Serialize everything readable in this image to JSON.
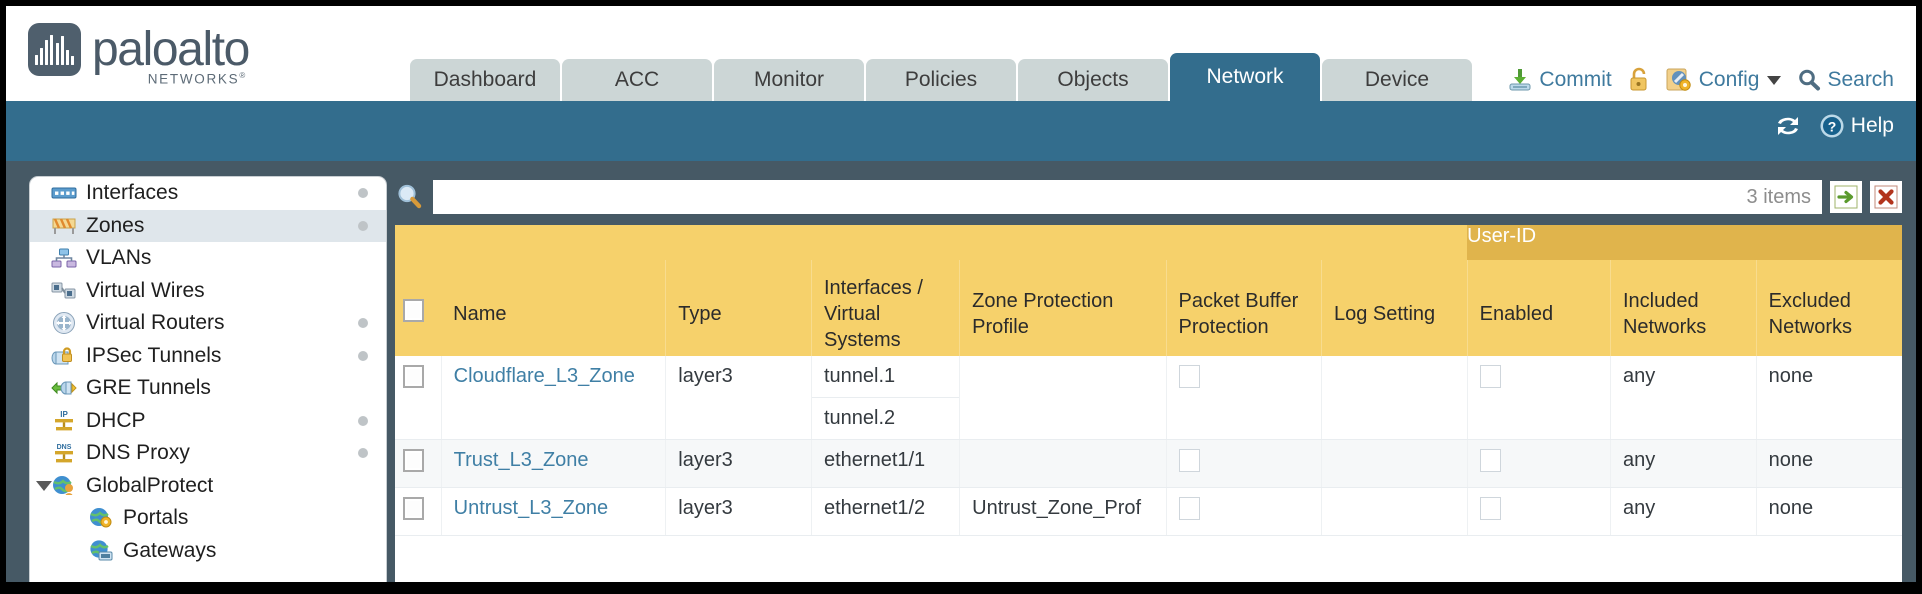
{
  "brand": {
    "word": "paloalto",
    "sub": "NETWORKS",
    "sub_mark": "®",
    "logo_icon": "paloalto-logo-icon"
  },
  "tabs": [
    {
      "label": "Dashboard",
      "active": false
    },
    {
      "label": "ACC",
      "active": false
    },
    {
      "label": "Monitor",
      "active": false
    },
    {
      "label": "Policies",
      "active": false
    },
    {
      "label": "Objects",
      "active": false
    },
    {
      "label": "Network",
      "active": true
    },
    {
      "label": "Device",
      "active": false
    }
  ],
  "header_actions": {
    "commit": "Commit",
    "commit_icon": "commit-download-icon",
    "lock_icon": "padlock-icon",
    "config": "Config",
    "config_icon": "config-wrench-icon",
    "config_caret": "chevron-down-icon",
    "search": "Search",
    "search_icon": "search-magnifier-icon"
  },
  "blue_bar": {
    "refresh_icon": "refresh-icon",
    "help": "Help",
    "help_icon": "help-question-icon"
  },
  "sidebar": {
    "items": [
      {
        "label": "Interfaces",
        "icon": "interfaces-icon",
        "selected": false,
        "dot": true,
        "child": false,
        "expander": false
      },
      {
        "label": "Zones",
        "icon": "zones-icon",
        "selected": true,
        "dot": true,
        "child": false,
        "expander": false
      },
      {
        "label": "VLANs",
        "icon": "vlans-icon",
        "selected": false,
        "dot": false,
        "child": false,
        "expander": false
      },
      {
        "label": "Virtual Wires",
        "icon": "virtual-wires-icon",
        "selected": false,
        "dot": false,
        "child": false,
        "expander": false
      },
      {
        "label": "Virtual Routers",
        "icon": "virtual-routers-icon",
        "selected": false,
        "dot": true,
        "child": false,
        "expander": false
      },
      {
        "label": "IPSec Tunnels",
        "icon": "ipsec-tunnels-icon",
        "selected": false,
        "dot": true,
        "child": false,
        "expander": false
      },
      {
        "label": "GRE Tunnels",
        "icon": "gre-tunnels-icon",
        "selected": false,
        "dot": false,
        "child": false,
        "expander": false
      },
      {
        "label": "DHCP",
        "icon": "dhcp-icon",
        "selected": false,
        "dot": true,
        "child": false,
        "expander": false
      },
      {
        "label": "DNS Proxy",
        "icon": "dns-proxy-icon",
        "selected": false,
        "dot": true,
        "child": false,
        "expander": false
      },
      {
        "label": "GlobalProtect",
        "icon": "globalprotect-icon",
        "selected": false,
        "dot": false,
        "child": false,
        "expander": true
      },
      {
        "label": "Portals",
        "icon": "portals-icon",
        "selected": false,
        "dot": false,
        "child": true,
        "expander": false
      },
      {
        "label": "Gateways",
        "icon": "gateways-icon",
        "selected": false,
        "dot": false,
        "child": true,
        "expander": false
      }
    ]
  },
  "toolbar": {
    "search_placeholder": "",
    "search_value": "",
    "items_count": "3 items",
    "apply_icon": "green-arrow-apply-icon",
    "clear_icon": "red-x-clear-icon",
    "search_icon": "magnifier-icon"
  },
  "table": {
    "group_header": {
      "userid": "User-ID"
    },
    "columns": [
      "Name",
      "Type",
      "Interfaces / Virtual Systems",
      "Zone Protection Profile",
      "Packet Buffer Protection",
      "Log Setting",
      "Enabled",
      "Included Networks",
      "Excluded Networks"
    ],
    "select_all_checkbox": false,
    "rows": [
      {
        "checked": false,
        "name": "Cloudflare_L3_Zone",
        "type": "layer3",
        "interfaces": [
          "tunnel.1",
          "tunnel.2"
        ],
        "zone_protection_profile": "",
        "packet_buffer_protection": false,
        "log_setting": "",
        "enabled": false,
        "included_networks": "any",
        "excluded_networks": "none"
      },
      {
        "checked": false,
        "name": "Trust_L3_Zone",
        "type": "layer3",
        "interfaces": [
          "ethernet1/1"
        ],
        "zone_protection_profile": "",
        "packet_buffer_protection": false,
        "log_setting": "",
        "enabled": false,
        "included_networks": "any",
        "excluded_networks": "none"
      },
      {
        "checked": false,
        "name": "Untrust_L3_Zone",
        "type": "layer3",
        "interfaces": [
          "ethernet1/2"
        ],
        "zone_protection_profile": "Untrust_Zone_Prof",
        "packet_buffer_protection": false,
        "log_setting": "",
        "enabled": false,
        "included_networks": "any",
        "excluded_networks": "none"
      }
    ]
  },
  "colors": {
    "brand_blue": "#336d8d",
    "body_slate": "#465965",
    "table_header_yellow": "#f6d16b",
    "group_header_yellow": "#e0b44c",
    "link_blue": "#3f7fa5",
    "tab_inactive": "#ccd6d6"
  }
}
